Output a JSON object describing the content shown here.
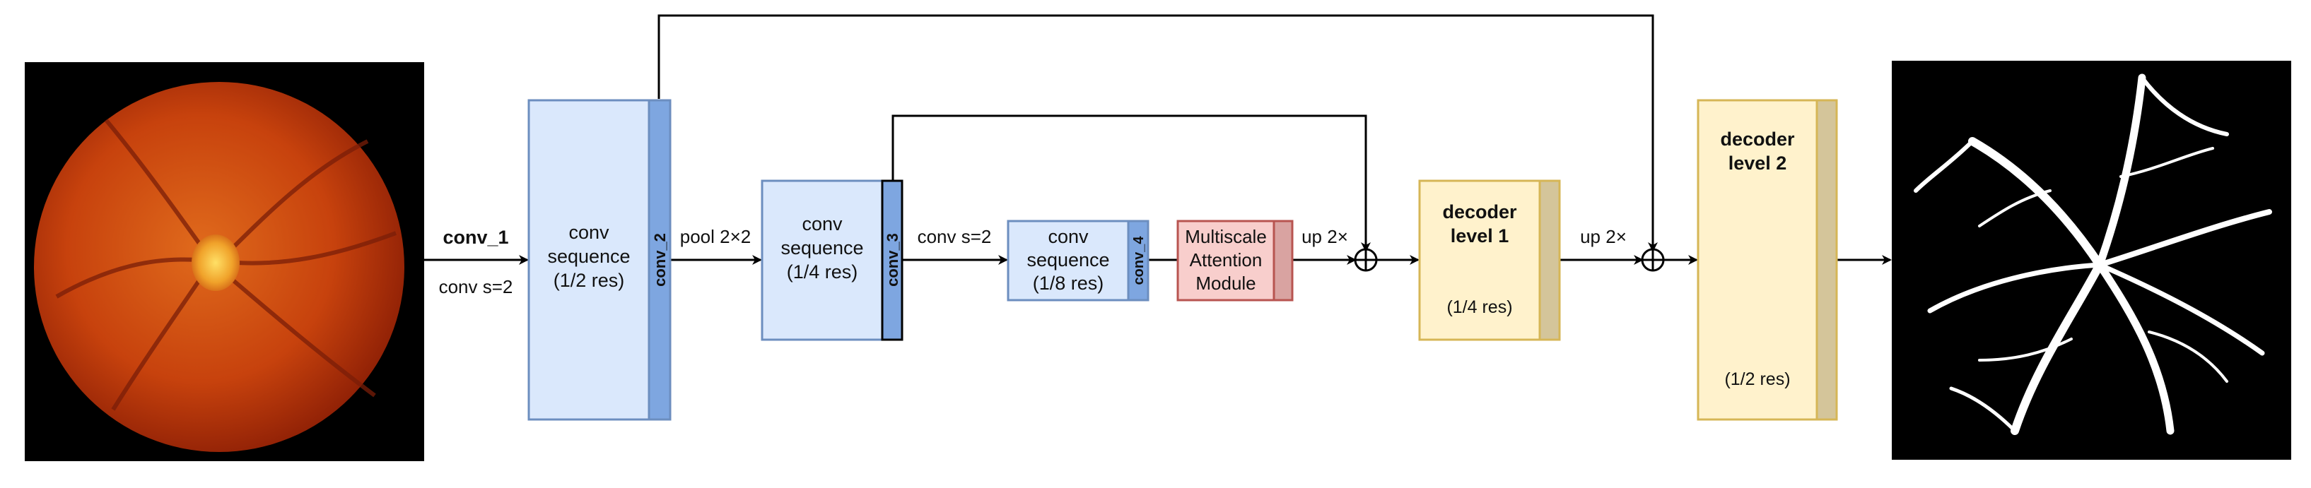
{
  "edges": {
    "conv1_title": "conv_1",
    "conv1_sub": "conv s=2",
    "pool": "pool 2×2",
    "conv_s2": "conv s=2",
    "up_1": "up 2×",
    "up_2": "up 2×"
  },
  "blocks": {
    "seq1": {
      "l1": "conv",
      "l2": "sequence",
      "l3": "(1/2 res)",
      "side": "conv_2"
    },
    "seq2": {
      "l1": "conv",
      "l2": "sequence",
      "l3": "(1/4 res)",
      "side": "conv_3"
    },
    "seq3": {
      "l1": "conv",
      "l2": "sequence",
      "l3": "(1/8 res)",
      "side": "conv_4"
    },
    "attention": {
      "l1": "Multiscale",
      "l2": "Attention",
      "l3": "Module"
    },
    "dec1": {
      "l1": "decoder",
      "l2": "level 1",
      "res": "(1/4 res)"
    },
    "dec2": {
      "l1": "decoder",
      "l2": "level 2",
      "res": "(1/2 res)"
    }
  },
  "colors": {
    "blue_fill": "#dae8fc",
    "blue_stroke": "#6c8ebf",
    "blue_side": "#7ea6e0",
    "red_fill": "#f8cecc",
    "red_stroke": "#b85450",
    "red_side": "#d9a3a1",
    "yellow_fill": "#fff2cc",
    "yellow_stroke": "#d6b656",
    "yellow_side": "#d4c59a"
  }
}
